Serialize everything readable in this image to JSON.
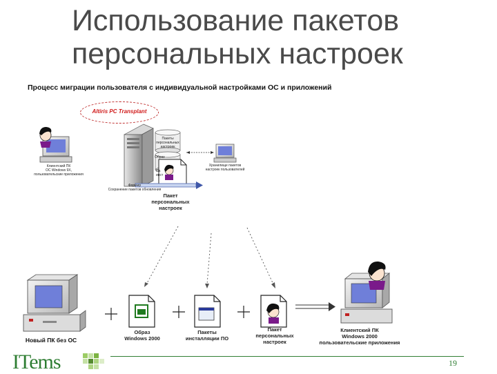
{
  "title_line1": "Использование пакетов",
  "title_line2": "персональных настроек",
  "subtitle": "Процесс миграции пользователя с индивидуальной настройками ОС и приложений",
  "top": {
    "callout": "Altiris PC Transplant",
    "client_pc": [
      "Клиентский ПК",
      "ОС Windows 9X,",
      "пользовательские приложения"
    ],
    "server_labels": {
      "packages": [
        "Пакеты",
        "персональных",
        "настроек"
      ],
      "image": "Образ",
      "install": [
        "Па",
        "инст"
      ],
      "folder": [
        "Формир",
        "Сохранение пакетов обновления"
      ]
    },
    "remote_pc": [
      "Хранилище пакетов",
      "настроек пользователей"
    ],
    "package_label": [
      "Пакет",
      "персональных",
      "настроек"
    ]
  },
  "bottom": {
    "new_pc": "Новый ПК без ОС",
    "image": [
      "Образ",
      "Windows 2000"
    ],
    "install_packages": [
      "Пакеты",
      "инсталляции ПО"
    ],
    "settings_package": [
      "Пакет",
      "персональных",
      "настроек"
    ],
    "client_pc": [
      "Клиентский ПК",
      "Windows 2000",
      "пользовательские приложения"
    ],
    "plus": "+"
  },
  "footer": {
    "logo": "ITems",
    "page": "19"
  },
  "colors": {
    "accent": "#2e7d32",
    "callout": "#d01a1a",
    "screen": "#6f7fd9",
    "doc_green": "#1f7a1f"
  }
}
